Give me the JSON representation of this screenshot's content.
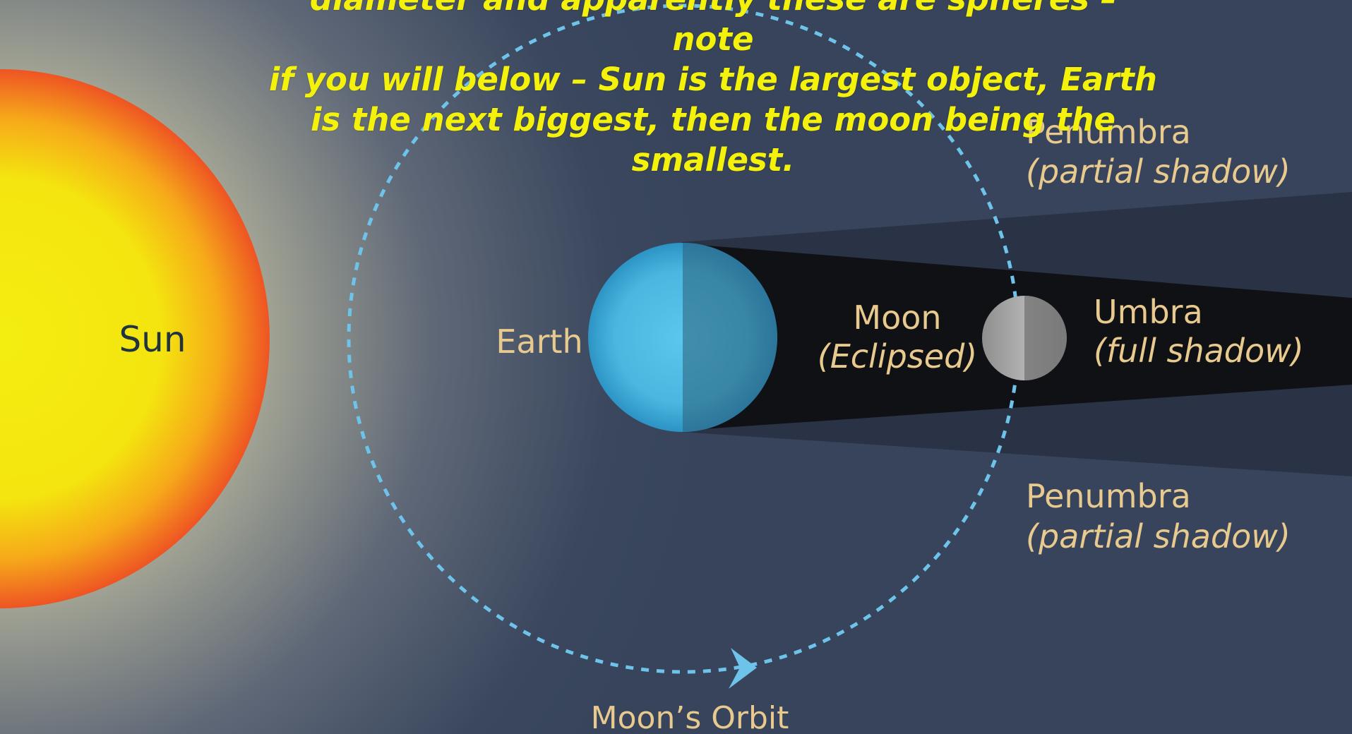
{
  "caption": {
    "lines": [
      "diameter and apparently these are spheres – note",
      "if you will below – Sun is the largest object, Earth",
      "is the next biggest, then the moon being the",
      "smallest."
    ]
  },
  "labels": {
    "sun": "Sun",
    "earth": "Earth",
    "moon": "Moon",
    "moon_state": "(Eclipsed)",
    "umbra": "Umbra",
    "umbra_desc": "(full shadow)",
    "penumbra_top": "Penumbra",
    "penumbra_top_desc": "(partial shadow)",
    "penumbra_bottom": "Penumbra",
    "penumbra_bottom_desc": "(partial shadow)",
    "orbit": "Moon’s Orbit"
  },
  "colors": {
    "background": "#37445b",
    "sun_core": "#f4ee10",
    "sun_edge": "#ef5a23",
    "earth": "#4ab7e0",
    "earth_shadow": "#3d88a8",
    "moon": "#9a9a9a",
    "moon_shadow": "#6e6e6e",
    "umbra": "#101114",
    "penumbra": "#2a3346",
    "orbit": "#6ec3ea",
    "label": "#e8c98e",
    "sun_label": "#1f3340",
    "caption": "#f4f20a"
  }
}
